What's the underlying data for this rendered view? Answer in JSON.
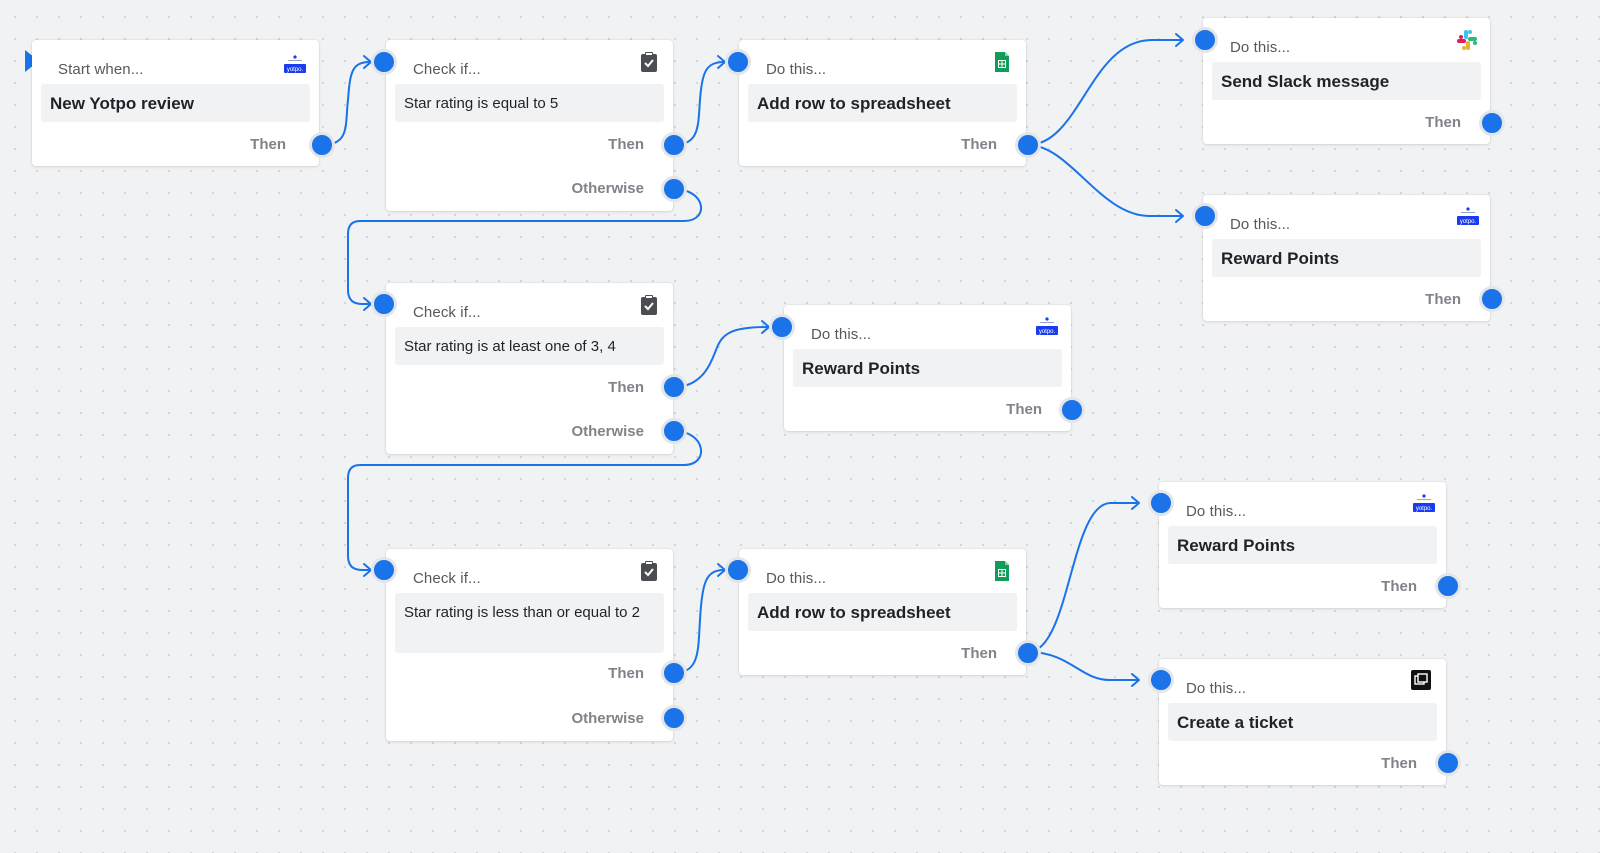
{
  "colors": {
    "accent": "#1a73e8",
    "canvas": "#f1f2f4",
    "card": "#ffffff",
    "card_field": "#f1f2f3",
    "slack": [
      "#e01e5a",
      "#36c5f0",
      "#2eb67d",
      "#ecb22e"
    ],
    "sheets": "#0f9d58",
    "yotpo": "#1a3cf0"
  },
  "nodes": {
    "trigger": {
      "header": "Start when...",
      "title": "New Yotpo review",
      "then": "Then",
      "icon": "yotpo-logo-icon",
      "logo_text": "yotpo."
    },
    "check1": {
      "header": "Check if...",
      "condition": "Star rating is equal to 5",
      "then": "Then",
      "otherwise": "Otherwise",
      "icon": "clipboard-check-icon"
    },
    "action_sheet1": {
      "header": "Do this...",
      "title": "Add row to spreadsheet",
      "then": "Then",
      "icon": "google-sheets-icon"
    },
    "action_slack": {
      "header": "Do this...",
      "title": "Send Slack message",
      "then": "Then",
      "icon": "slack-icon"
    },
    "action_reward1": {
      "header": "Do this...",
      "title": "Reward Points",
      "then": "Then",
      "icon": "yotpo-logo-icon",
      "logo_text": "yotpo."
    },
    "check2": {
      "header": "Check if...",
      "condition": "Star rating is at least one of 3, 4",
      "then": "Then",
      "otherwise": "Otherwise",
      "icon": "clipboard-check-icon"
    },
    "action_reward2": {
      "header": "Do this...",
      "title": "Reward Points",
      "then": "Then",
      "icon": "yotpo-logo-icon",
      "logo_text": "yotpo."
    },
    "check3": {
      "header": "Check if...",
      "condition": "Star rating is less than or equal to 2",
      "then": "Then",
      "otherwise": "Otherwise",
      "icon": "clipboard-check-icon"
    },
    "action_sheet2": {
      "header": "Do this...",
      "title": "Add row to spreadsheet",
      "then": "Then",
      "icon": "google-sheets-icon"
    },
    "action_reward3": {
      "header": "Do this...",
      "title": "Reward Points",
      "then": "Then",
      "icon": "yotpo-logo-icon",
      "logo_text": "yotpo."
    },
    "action_ticket": {
      "header": "Do this...",
      "title": "Create a ticket",
      "then": "Then",
      "icon": "ticket-icon"
    }
  }
}
